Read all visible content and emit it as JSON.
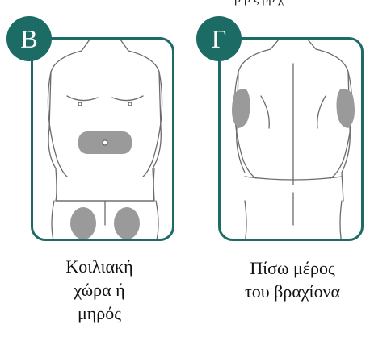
{
  "top_cut_text": "ρ ρ ς   ρρ χ",
  "panels": [
    {
      "letter": "Β",
      "caption_lines": [
        "Κοιλιακή",
        "χώρα ή",
        "μηρός"
      ]
    },
    {
      "letter": "Γ",
      "caption_lines": [
        "Πίσω μέρος",
        "του βραχίονα"
      ]
    }
  ],
  "colors": {
    "accent": "#1c6b64",
    "zone": "#9a9a9a",
    "outline": "#6b6b6b"
  }
}
